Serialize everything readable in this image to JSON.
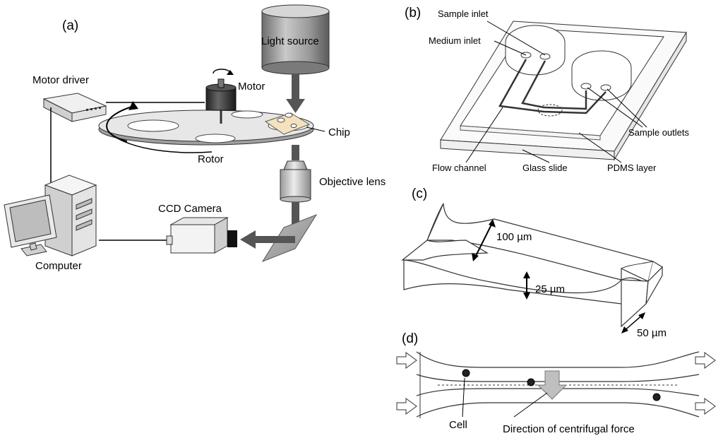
{
  "panels": {
    "a": "(a)",
    "b": "(b)",
    "c": "(c)",
    "d": "(d)"
  },
  "panel_a": {
    "light_source": "Light source",
    "motor_driver": "Motor driver",
    "motor": "Motor",
    "chip": "Chip",
    "rotor": "Rotor",
    "objective_lens": "Objective lens",
    "ccd_camera": "CCD Camera",
    "computer": "Computer"
  },
  "panel_b": {
    "sample_inlet": "Sample inlet",
    "medium_inlet": "Medium inlet",
    "sample_outlets": "Sample outlets",
    "flow_channel": "Flow channel",
    "glass_slide": "Glass slide",
    "pdms_layer": "PDMS layer"
  },
  "panel_c": {
    "width_label": "100 µm",
    "height_label": "25 µm",
    "depth_label": "50 µm"
  },
  "panel_d": {
    "cell": "Cell",
    "direction": "Direction of centrifugal force"
  }
}
